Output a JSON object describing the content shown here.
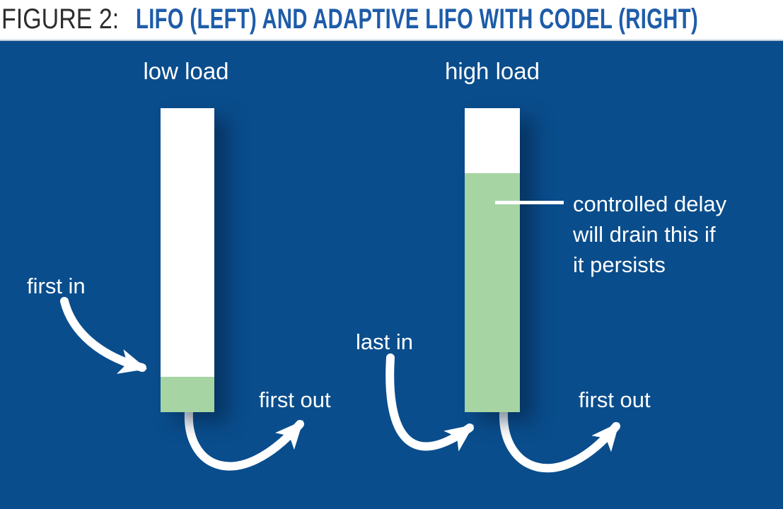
{
  "figure": {
    "label": "FIGURE 2:",
    "title": "LIFO (LEFT) AND ADAPTIVE LIFO WITH CODEL (RIGHT)"
  },
  "diagram": {
    "left_queue": {
      "load_label": "low load",
      "first_in_label": "first in",
      "first_out_label": "first out",
      "fill_percent": 11.6
    },
    "right_queue": {
      "load_label": "high load",
      "last_in_label": "last in",
      "first_out_label": "first out",
      "fill_percent": 78.6,
      "callout_lines": [
        "controlled delay",
        "will drain this if",
        "it persists"
      ]
    },
    "colors": {
      "panel_background": "#0a4d8c",
      "queue_empty": "#ffffff",
      "queue_fill": "#a6d4a3",
      "title_accent": "#1e5ca9",
      "figure_label_color": "#2d2d2d",
      "label_text": "#ffffff"
    }
  }
}
